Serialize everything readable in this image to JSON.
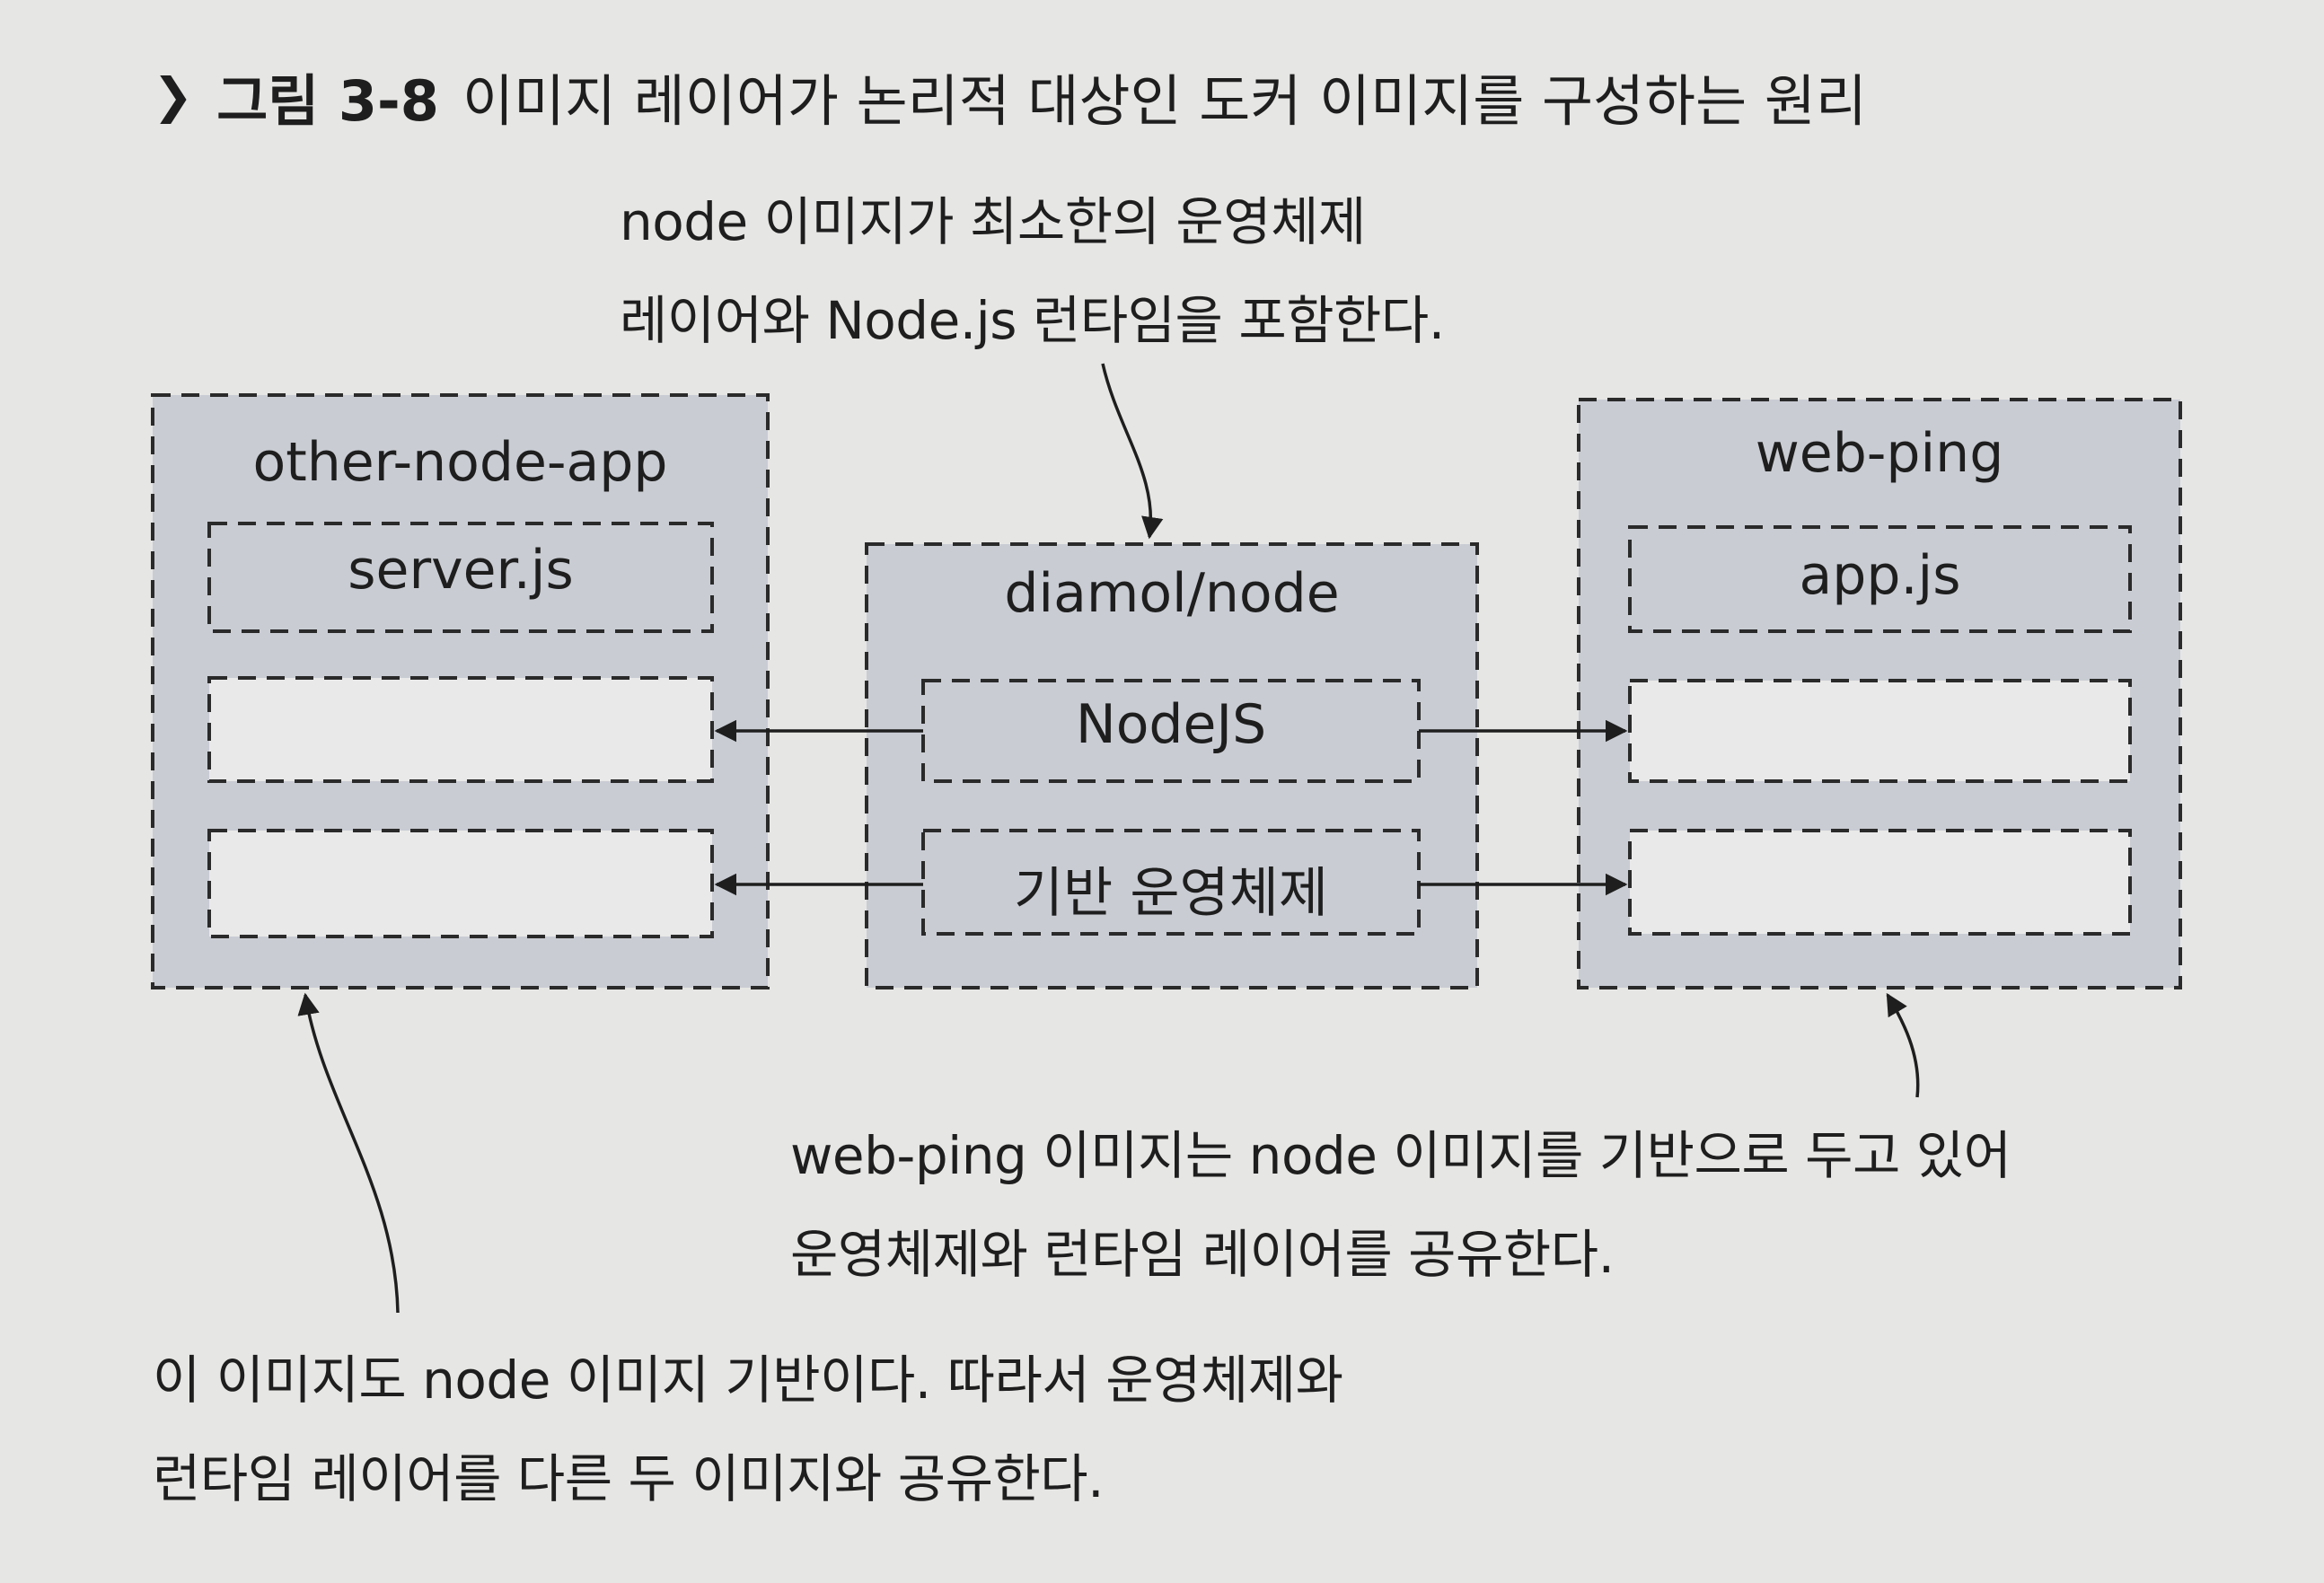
{
  "caption": {
    "icon": "chevron-down-icon",
    "figure": "그림 3-8",
    "title": "이미지 레이어가 논리적 대상인 도커 이미지를 구성하는 원리"
  },
  "annotations": {
    "top_line1": "node 이미지가 최소한의 운영체제",
    "top_line2": "레이어와 Node.js 런타임을 포함한다.",
    "right_line1": "web-ping 이미지는 node 이미지를 기반으로 두고 있어",
    "right_line2": "운영체제와 런타임 레이어를 공유한다.",
    "bottom_line1": "이 이미지도 node 이미지 기반이다. 따라서 운영체제와",
    "bottom_line2": "런타임 레이어를 다른 두 이미지와 공유한다."
  },
  "images": {
    "left": {
      "name": "other-node-app",
      "app_layer": "server.js"
    },
    "center": {
      "name": "diamol/node",
      "runtime_layer": "NodeJS",
      "os_layer": "기반 운영체제"
    },
    "right": {
      "name": "web-ping",
      "app_layer": "app.js"
    }
  },
  "colors": {
    "background": "#e6e6e4",
    "box_fill": "#c9ccd3",
    "layer_fill": "#e9e9e9",
    "dash": "#2a2a2a"
  }
}
